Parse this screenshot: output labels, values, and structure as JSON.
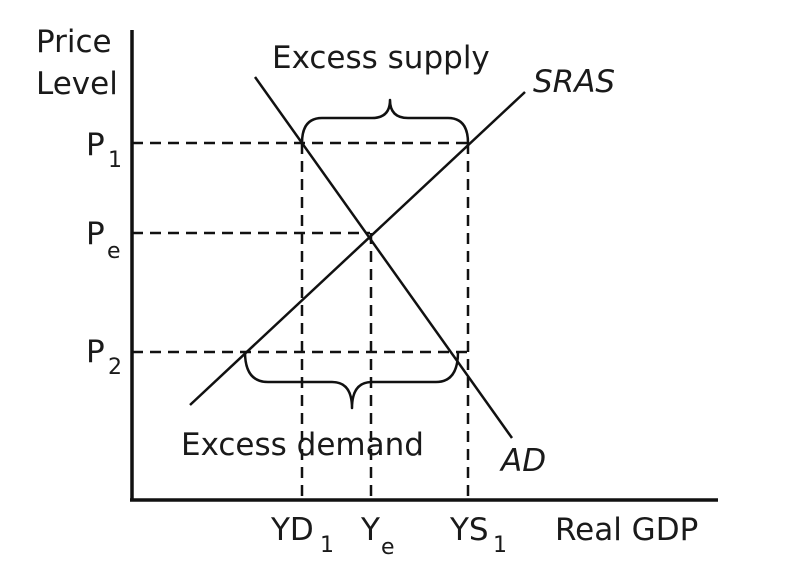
{
  "axes": {
    "y_label_line1": "Price",
    "y_label_line2": "Level",
    "x_label": "Real GDP"
  },
  "curves": {
    "supply": "SRAS",
    "demand": "AD"
  },
  "annotations": {
    "excess_supply": "Excess supply",
    "excess_demand": "Excess demand"
  },
  "price_levels": {
    "p1_main": "P",
    "p1_sub": "1",
    "pe_main": "P",
    "pe_sub": "e",
    "p2_main": "P",
    "p2_sub": "2"
  },
  "output_levels": {
    "yd1_main": "YD",
    "yd1_sub": "1",
    "ye_main": "Y",
    "ye_sub": "e",
    "ys1_main": "YS",
    "ys1_sub": "1"
  }
}
